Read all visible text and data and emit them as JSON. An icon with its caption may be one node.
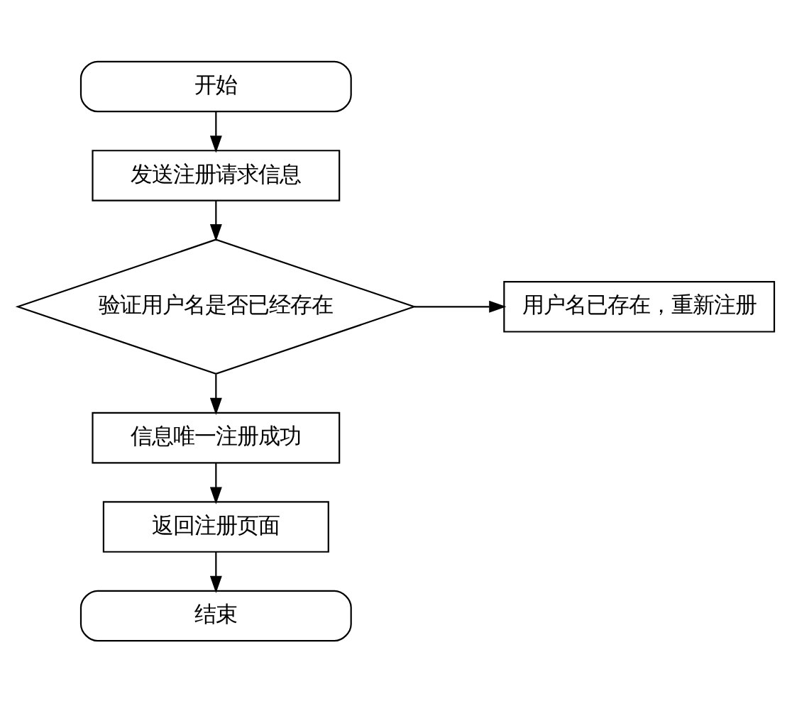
{
  "diagram": {
    "nodes": [
      {
        "text": [
          "开始"
        ]
      },
      {
        "text": [
          "发送注册请求信息"
        ]
      },
      {
        "text": [
          "验证用户名是否已经存在"
        ]
      },
      {
        "text": [
          "用户名已存在，重新注册"
        ]
      },
      {
        "text": [
          "信息唯一注册成功"
        ]
      },
      {
        "text": [
          "返回注册页面"
        ]
      },
      {
        "text": [
          "结束"
        ]
      }
    ],
    "edges": [
      {
        "from": 0,
        "to": 1,
        "arrow": "to"
      },
      {
        "from": 1,
        "to": 2,
        "arrow": "to"
      },
      {
        "from": 2,
        "to": 3,
        "arrow": "to"
      },
      {
        "from": 2,
        "to": 4,
        "arrow": "to"
      },
      {
        "from": 4,
        "to": 5,
        "arrow": "to"
      },
      {
        "from": 5,
        "to": 6,
        "arrow": "to"
      }
    ]
  }
}
